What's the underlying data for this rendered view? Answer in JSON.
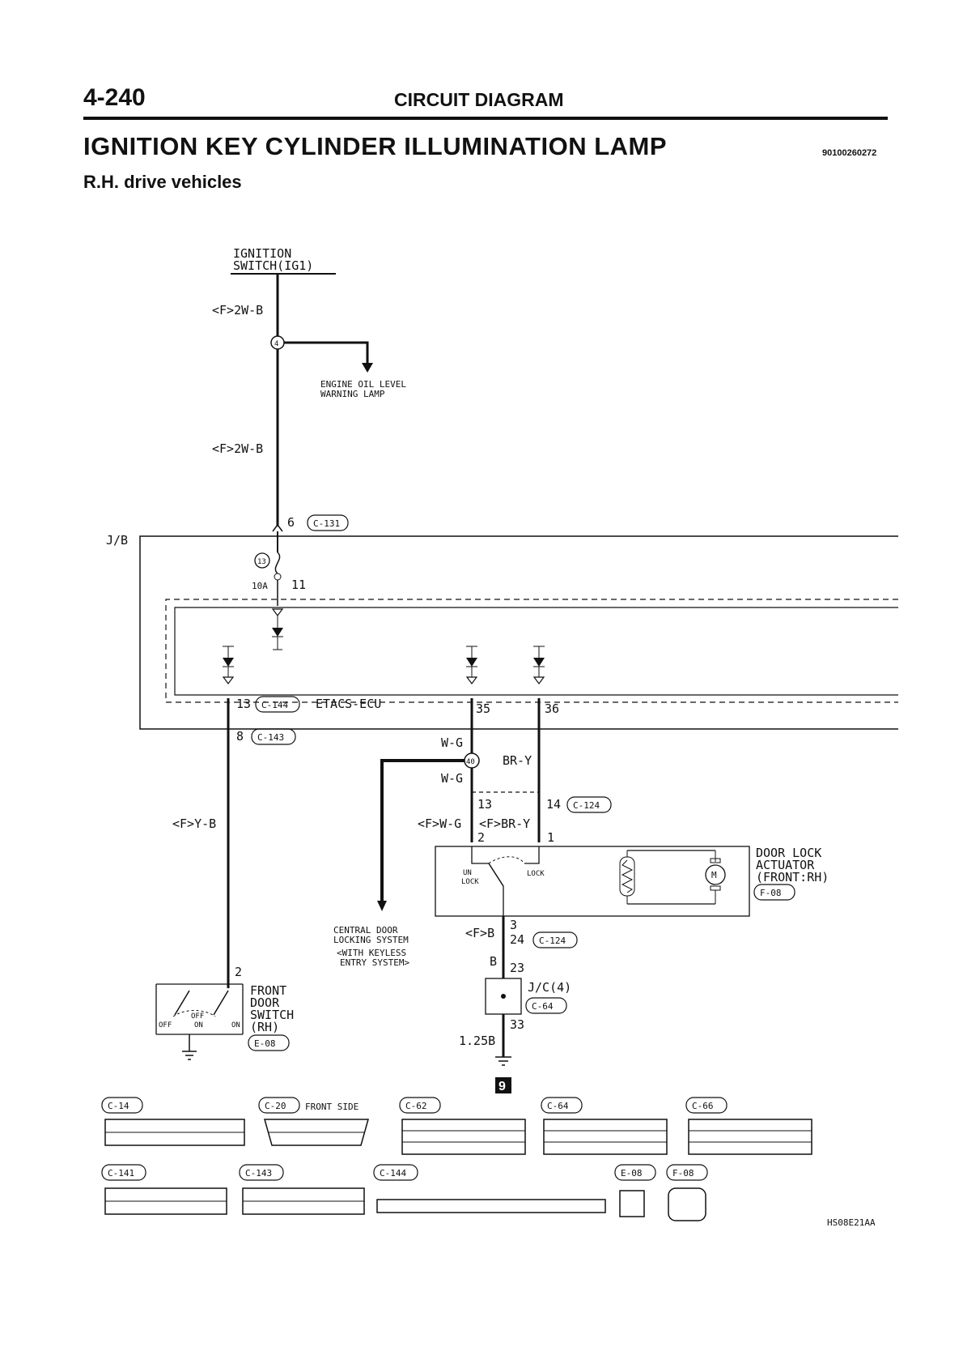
{
  "header": {
    "page_number": "4-240",
    "section": "CIRCUIT DIAGRAM",
    "title": "IGNITION KEY CYLINDER ILLUMINATION LAMP",
    "doc_code": "90100260272",
    "subtitle": "R.H. drive vehicles"
  },
  "diagram": {
    "ign_line1": "IGNITION",
    "ign_line2": "SWITCH(IG1)",
    "wire_f_2wb_top": "<F>2W-B",
    "junction_4": "4",
    "oil_line1": "ENGINE OIL LEVEL",
    "oil_line2": "WARNING LAMP",
    "wire_f_2wb_bot": "<F>2W-B",
    "pin_6": "6",
    "conn_c131": "C-131",
    "jb": "J/B",
    "fuse_no": "13",
    "fuse_rating": "10A",
    "fuse_pin": "11",
    "pin_13": "13",
    "conn_c144": "C-144",
    "etacs": "ETACS-ECU",
    "pin_35": "35",
    "pin_36": "36",
    "pin_8": "8",
    "conn_c143": "C-143",
    "wire_wg_1": "W-G",
    "junction_40": "40",
    "wire_bry": "BR-Y",
    "wire_wg_2": "W-G",
    "pin_13b": "13",
    "pin_14": "14",
    "conn_c124a": "C-124",
    "wire_fyb": "<F>Y-B",
    "wire_fwg": "<F>W-G",
    "wire_fbry": "<F>BR-Y",
    "pin_2": "2",
    "pin_1": "1",
    "door_lock_1": "DOOR LOCK",
    "door_lock_2": "ACTUATOR",
    "door_lock_3": "(FRONT:RH)",
    "conn_f08": "F-08",
    "unlock_1": "UN",
    "unlock_2": "LOCK",
    "lock": "LOCK",
    "motor": "M",
    "cdl_1": "CENTRAL DOOR",
    "cdl_2": "LOCKING SYSTEM",
    "cdl_3": "<WITH KEYLESS",
    "cdl_4": "ENTRY SYSTEM>",
    "wire_fb": "<F>B",
    "pin_3": "3",
    "pin_24": "24",
    "conn_c124b": "C-124",
    "wire_b": "B",
    "pin_23": "23",
    "jc": "J/C(4)",
    "conn_c64": "C-64",
    "pin_33": "33",
    "wire_125b": "1.25B",
    "ground_no": "9",
    "pin_2b": "2",
    "fds_1": "FRONT",
    "fds_2": "DOOR",
    "fds_3": "SWITCH",
    "fds_4": "(RH)",
    "conn_e08": "E-08",
    "sw_off": "OFF",
    "sw_on": "ON",
    "sw_off2": "OFF",
    "sw_on2": "ON"
  },
  "connectors": {
    "c14": "C-14",
    "c20": "C-20",
    "c20_note": "FRONT SIDE",
    "c62": "C-62",
    "c64": "C-64",
    "c66": "C-66",
    "c141": "C-141",
    "c143": "C-143",
    "c144": "C-144",
    "e08": "E-08",
    "f08": "F-08"
  },
  "figure_code": "HS08E21AA"
}
